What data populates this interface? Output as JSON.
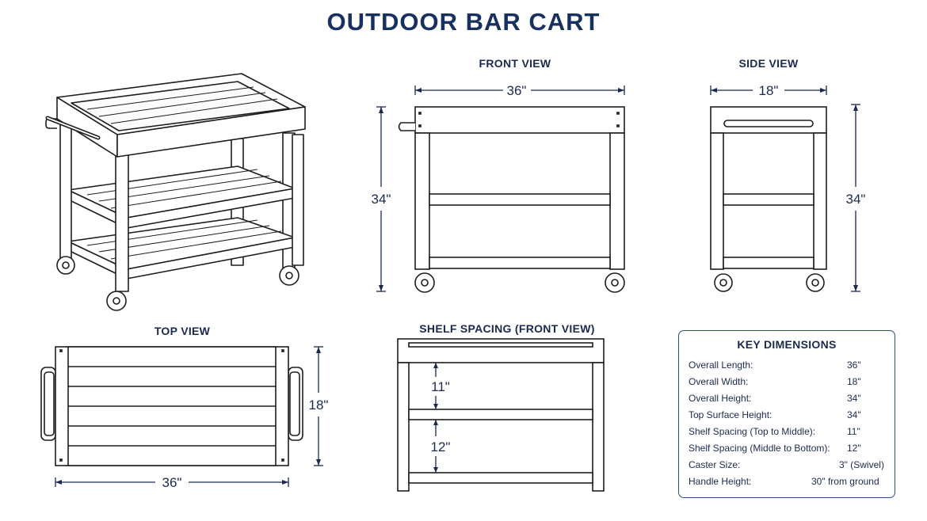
{
  "title": "OUTDOOR BAR CART",
  "views": {
    "front": {
      "label": "FRONT VIEW",
      "width": "36\"",
      "height": "34\""
    },
    "side": {
      "label": "SIDE VIEW",
      "width": "18\"",
      "height": "34\""
    },
    "top": {
      "label": "TOP VIEW",
      "width": "36\"",
      "depth": "18\""
    },
    "shelf": {
      "label": "SHELF SPACING (FRONT VIEW)",
      "upper": "11\"",
      "lower": "12\""
    }
  },
  "key_dimensions": {
    "title": "KEY DIMENSIONS",
    "rows": [
      {
        "label": "Overall Length:",
        "value": "36\""
      },
      {
        "label": "Overall Width:",
        "value": "18\""
      },
      {
        "label": "Overall Height:",
        "value": "34\""
      },
      {
        "label": "Top Surface Height:",
        "value": "34\""
      },
      {
        "label": "Shelf Spacing (Top to Middle):",
        "value": "11\""
      },
      {
        "label": "Shelf Spacing (Middle to Bottom):",
        "value": "12\""
      },
      {
        "label": "Caster Size:",
        "value": "3\" (Swivel)"
      },
      {
        "label": "Handle Height:",
        "value": "30\" from ground"
      }
    ]
  }
}
